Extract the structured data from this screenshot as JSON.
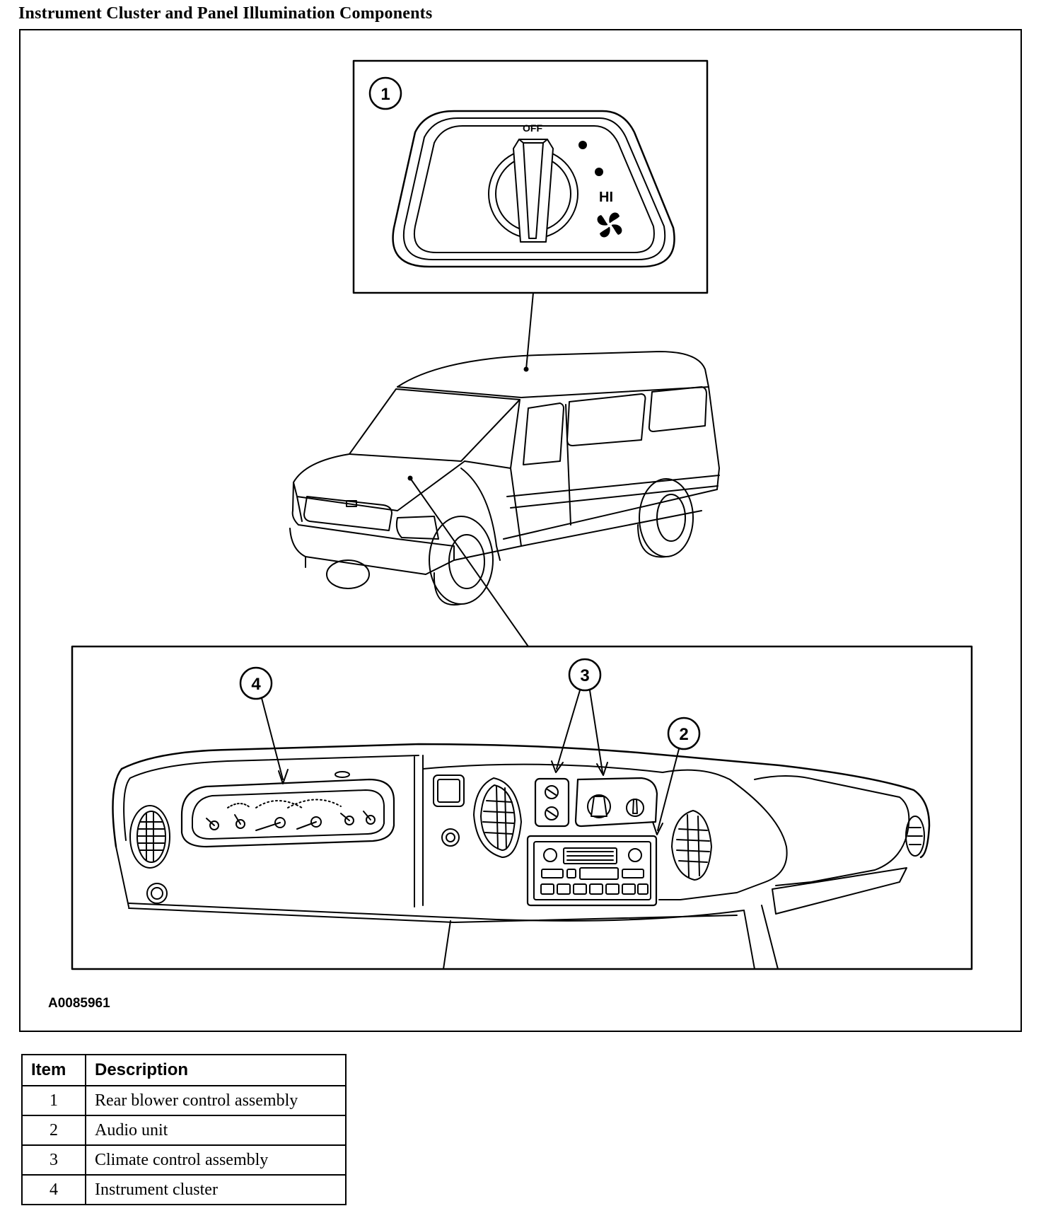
{
  "title": "Instrument Cluster and Panel Illumination Components",
  "figure": {
    "id": "A0085961",
    "blower_control_labels": {
      "off": "OFF",
      "hi": "HI"
    },
    "callouts": [
      "1",
      "2",
      "3",
      "4"
    ]
  },
  "legend": {
    "headers": {
      "item": "Item",
      "description": "Description"
    },
    "rows": [
      {
        "item": "1",
        "description": "Rear blower control assembly"
      },
      {
        "item": "2",
        "description": "Audio unit"
      },
      {
        "item": "3",
        "description": "Climate control assembly"
      },
      {
        "item": "4",
        "description": "Instrument cluster"
      }
    ]
  }
}
